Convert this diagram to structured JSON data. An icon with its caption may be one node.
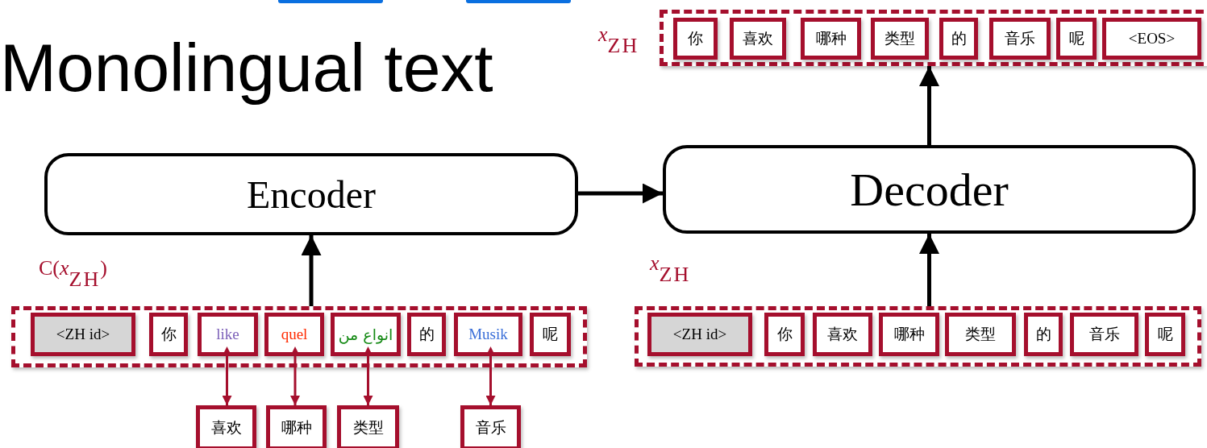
{
  "diagram": {
    "title": "Monolingual text",
    "nodes": [
      {
        "text": [
          "Encoder"
        ]
      },
      {
        "text": [
          "Decoder"
        ]
      },
      {
        "text": [],
        "shape": "box",
        "beside": [
          "*x*$_{ZH}$"
        ]
      },
      {
        "text": [
          "你"
        ],
        "in": 2
      },
      {
        "text": [
          "喜欢"
        ],
        "in": 2
      },
      {
        "text": [
          "哪种"
        ],
        "in": 2
      },
      {
        "text": [
          "类型"
        ],
        "in": 2
      },
      {
        "text": [
          "的"
        ],
        "in": 2
      },
      {
        "text": [
          "音乐"
        ],
        "in": 2
      },
      {
        "text": [
          "呢"
        ],
        "in": 2
      },
      {
        "text": [
          "<EOS>"
        ],
        "in": 2
      },
      {
        "text": [],
        "shape": "box",
        "beside": [
          "C(*x*$_{ZH}$)"
        ]
      },
      {
        "text": [
          "<ZH id>"
        ],
        "in": 11
      },
      {
        "text": [
          "你"
        ],
        "in": 11
      },
      {
        "text": [
          "like"
        ],
        "in": 11
      },
      {
        "text": [
          "quel"
        ],
        "in": 11
      },
      {
        "text": [
          "انواع من"
        ],
        "in": 11
      },
      {
        "text": [
          "的"
        ],
        "in": 11
      },
      {
        "text": [
          "Musik"
        ],
        "in": 11
      },
      {
        "text": [
          "呢"
        ],
        "in": 11
      },
      {
        "text": [],
        "shape": "box",
        "beside": [
          "*x*$_{ZH}$"
        ]
      },
      {
        "text": [
          "<ZH id>"
        ],
        "in": 20
      },
      {
        "text": [
          "你"
        ],
        "in": 20
      },
      {
        "text": [
          "喜欢"
        ],
        "in": 20
      },
      {
        "text": [
          "哪种"
        ],
        "in": 20
      },
      {
        "text": [
          "类型"
        ],
        "in": 20
      },
      {
        "text": [
          "的"
        ],
        "in": 20
      },
      {
        "text": [
          "音乐"
        ],
        "in": 20
      },
      {
        "text": [
          "呢"
        ],
        "in": 20
      },
      {
        "text": [
          "喜欢"
        ]
      },
      {
        "text": [
          "哪种"
        ]
      },
      {
        "text": [
          "类型"
        ]
      },
      {
        "text": [
          "音乐"
        ]
      }
    ],
    "edges": [
      {
        "from": 11,
        "to": 0,
        "arrow": "to"
      },
      {
        "from": 0,
        "to": 1,
        "arrow": "to"
      },
      {
        "from": 20,
        "to": 1,
        "arrow": "to"
      },
      {
        "from": 1,
        "to": 2,
        "arrow": "to"
      },
      {
        "from": 14,
        "to": 29,
        "arrow": "both",
        "color": "#a50f2d"
      },
      {
        "from": 15,
        "to": 30,
        "arrow": "both",
        "color": "#a50f2d"
      },
      {
        "from": 16,
        "to": 31,
        "arrow": "both",
        "color": "#a50f2d"
      },
      {
        "from": 18,
        "to": 32,
        "arrow": "both",
        "color": "#a50f2d"
      }
    ]
  }
}
